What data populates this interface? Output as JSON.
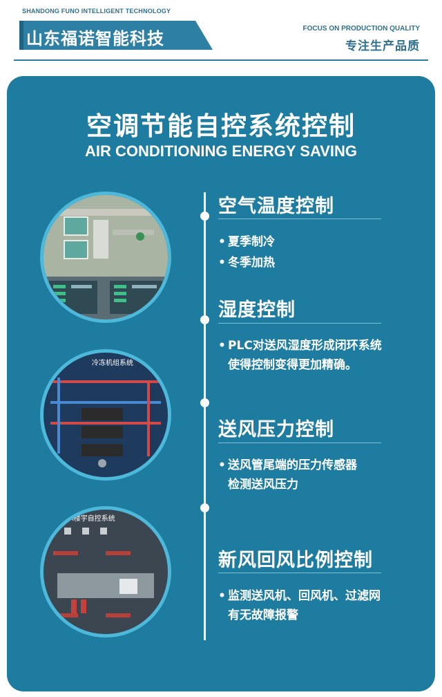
{
  "header": {
    "company_en": "SHANDONG FUNO INTELLIGENT TECHNOLOGY",
    "brand_cn": "山东福诺智能科技",
    "tagline_en": "FOCUS ON PRODUCTION QUALITY",
    "tagline_cn": "专注生产品质"
  },
  "main": {
    "title_cn": "空调节能自控系统控制",
    "title_en": "AIR CONDITIONING ENERGY SAVING"
  },
  "images": [
    {
      "icon": "hvac-schematic-screen"
    },
    {
      "caption": "冷冻机组系统"
    },
    {
      "caption": "BA楼宇自控系统"
    }
  ],
  "sections": [
    {
      "title": "空气温度控制",
      "bullets": [
        [
          "夏季制冷"
        ],
        [
          "冬季加热"
        ]
      ]
    },
    {
      "title": "湿度控制",
      "bullets": [
        [
          "PLC对送风湿度形成闭环系统",
          "使得控制变得更加精确。"
        ]
      ]
    },
    {
      "title": "送风压力控制",
      "bullets": [
        [
          "送风管尾端的压力传感器",
          "检测送风压力"
        ]
      ]
    },
    {
      "title": "新风回风比例控制",
      "bullets": [
        [
          "监测送风机、回风机、过滤网",
          "有无故障报警"
        ]
      ]
    }
  ],
  "colors": {
    "panel": "#1d7c9f",
    "brand": "#2d6f8c",
    "accent": "#4db8d9"
  }
}
